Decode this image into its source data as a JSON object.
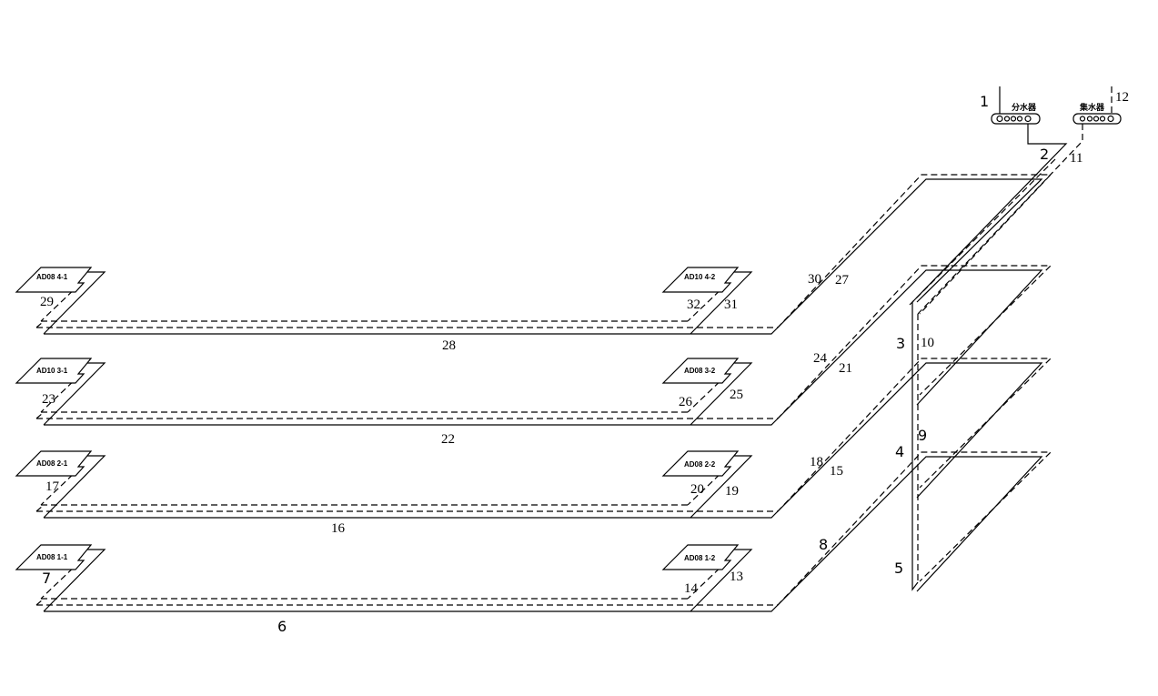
{
  "manifold": {
    "supply_label": "分水器",
    "return_label": "集水器",
    "labels": {
      "n1": "1",
      "n2": "2",
      "n11": "11",
      "n12": "12"
    }
  },
  "riser": {
    "labels": {
      "n3": "3",
      "n10": "10",
      "n4": "4",
      "n9": "9",
      "n5": "5"
    }
  },
  "floors": [
    {
      "left_tag": "AD08 4-1",
      "right_tag": "AD10 4-2",
      "left_num": "29",
      "right_inner_num": "32",
      "right_outer_num": "31",
      "main_num": "28",
      "diag_a": "30",
      "diag_b": "27"
    },
    {
      "left_tag": "AD10 3-1",
      "right_tag": "AD08 3-2",
      "left_num": "23",
      "right_inner_num": "26",
      "right_outer_num": "25",
      "main_num": "22",
      "diag_a": "24",
      "diag_b": "21"
    },
    {
      "left_tag": "AD08 2-1",
      "right_tag": "AD08 2-2",
      "left_num": "17",
      "right_inner_num": "20",
      "right_outer_num": "19",
      "main_num": "16",
      "diag_a": "18",
      "diag_b": "15"
    },
    {
      "left_tag": "AD08 1-1",
      "right_tag": "AD08 1-2",
      "left_num": "7",
      "right_inner_num": "14",
      "right_outer_num": "13",
      "main_num": "6",
      "diag_a": "8",
      "diag_b": ""
    }
  ]
}
